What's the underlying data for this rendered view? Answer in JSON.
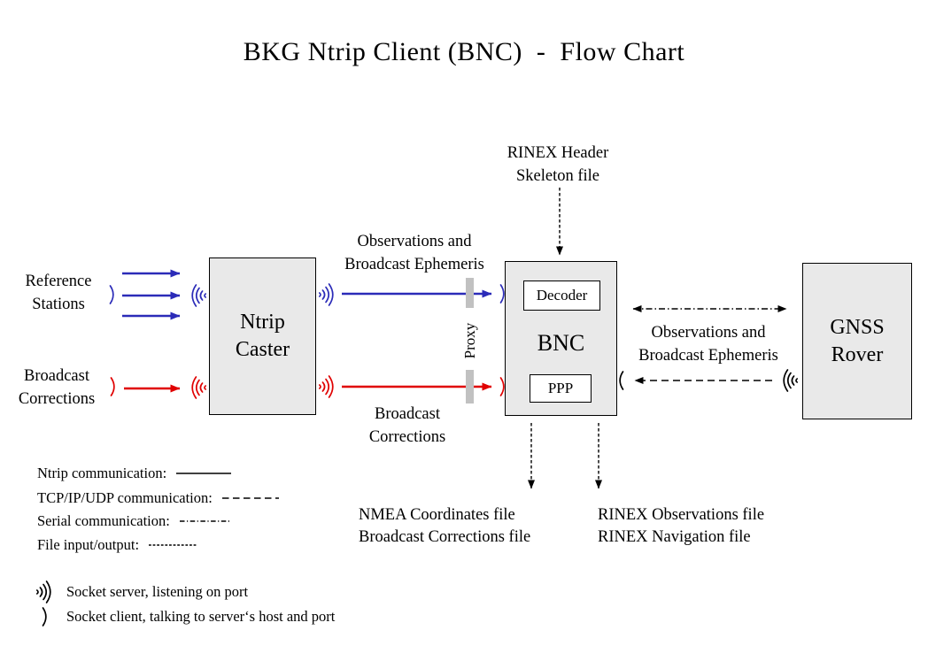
{
  "title": "BKG Ntrip Client (BNC)  -  Flow Chart",
  "colors": {
    "ntrip_blue": "#2b2bb8",
    "corrections_red": "#e00000",
    "box_fill": "#e9e9e9",
    "proxy_gray": "#c1c1c1"
  },
  "nodes": {
    "ntrip_caster": {
      "line1": "Ntrip",
      "line2": "Caster"
    },
    "bnc": {
      "label": "BNC",
      "decoder": "Decoder",
      "ppp": "PPP"
    },
    "gnss_rover": {
      "line1": "GNSS",
      "line2": "Rover"
    }
  },
  "labels": {
    "reference_stations": {
      "line1": "Reference",
      "line2": "Stations"
    },
    "broadcast_corrections_left": {
      "line1": "Broadcast",
      "line2": "Corrections"
    },
    "observations_top": {
      "line1": "Observations and",
      "line2": "Broadcast Ephemeris"
    },
    "broadcast_corrections_mid": {
      "line1": "Broadcast",
      "line2": "Corrections"
    },
    "proxy": "Proxy",
    "rinex_header_skeleton": {
      "line1": "RINEX Header",
      "line2": "Skeleton file"
    },
    "observations_right": {
      "line1": "Observations and",
      "line2": "Broadcast Ephemeris"
    },
    "nmea_output": {
      "line1": "NMEA Coordinates file",
      "line2": "Broadcast Corrections file"
    },
    "rinex_output": {
      "line1": "RINEX Observations file",
      "line2": "RINEX Navigation file"
    }
  },
  "legend": {
    "items": [
      {
        "label": "Ntrip communication:",
        "style": "solid"
      },
      {
        "label": "TCP/IP/UDP communication:",
        "style": "dashed"
      },
      {
        "label": "Serial communication:",
        "style": "dashdot"
      },
      {
        "label": "File input/output:",
        "style": "finedash"
      }
    ],
    "socket_server": "Socket server, listening on port",
    "socket_client": "Socket client, talking to server‘s host and port"
  }
}
